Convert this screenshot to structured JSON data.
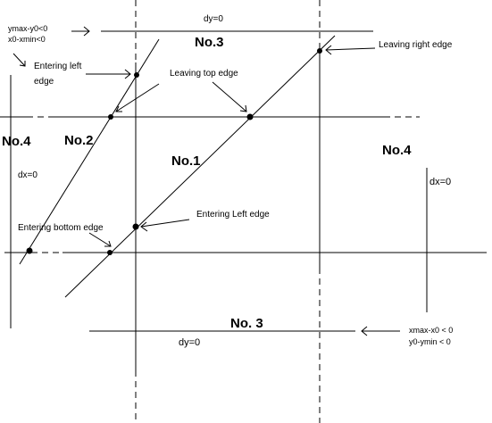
{
  "region_labels": {
    "no1": "No.1",
    "no2": "No.2",
    "no3_top": "No.3",
    "no3_bottom": "No. 3",
    "no4_left": "No.4",
    "no4_right": "No.4"
  },
  "slope_labels": {
    "dy_top": "dy=0",
    "dy_bottom": "dy=0",
    "dx_left": "dx=0",
    "dx_right": "dx=0"
  },
  "conditions": {
    "top_left_line1": "ymax-y0<0",
    "top_left_line2": "x0-xmin<0",
    "bottom_right_line1": "xmax-x0 < 0",
    "bottom_right_line2": "y0-ymin < 0"
  },
  "annotations": {
    "entering_left_edge_top_line1": "Entering left",
    "entering_left_edge_top_line2": "edge",
    "leaving_top_edge": "Leaving top edge",
    "leaving_right_edge": "Leaving right edge",
    "entering_left_edge_mid": "Entering Left edge",
    "entering_bottom_edge": "Entering bottom edge"
  }
}
